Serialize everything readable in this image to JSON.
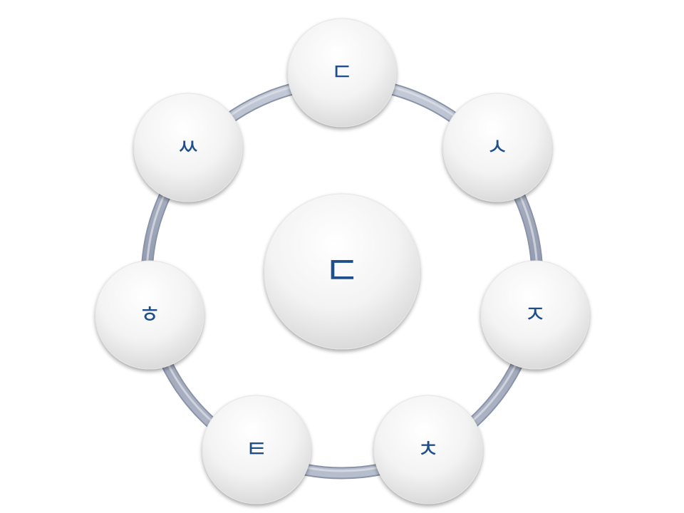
{
  "diagram": {
    "center": {
      "label": "ㄷ"
    },
    "nodes": [
      {
        "id": "top",
        "label": "ㄷ"
      },
      {
        "id": "upper-right",
        "label": "ㅅ"
      },
      {
        "id": "right",
        "label": "ㅈ"
      },
      {
        "id": "lower-right",
        "label": "ㅊ"
      },
      {
        "id": "lower-left",
        "label": "ㅌ"
      },
      {
        "id": "left",
        "label": "ㅎ"
      },
      {
        "id": "upper-left",
        "label": "ㅆ"
      }
    ]
  },
  "colors": {
    "label": "#1f4e8c",
    "ring": "#9aa3b8",
    "node_fill_light": "#ffffff",
    "node_fill_dark": "#d9d9d9"
  }
}
